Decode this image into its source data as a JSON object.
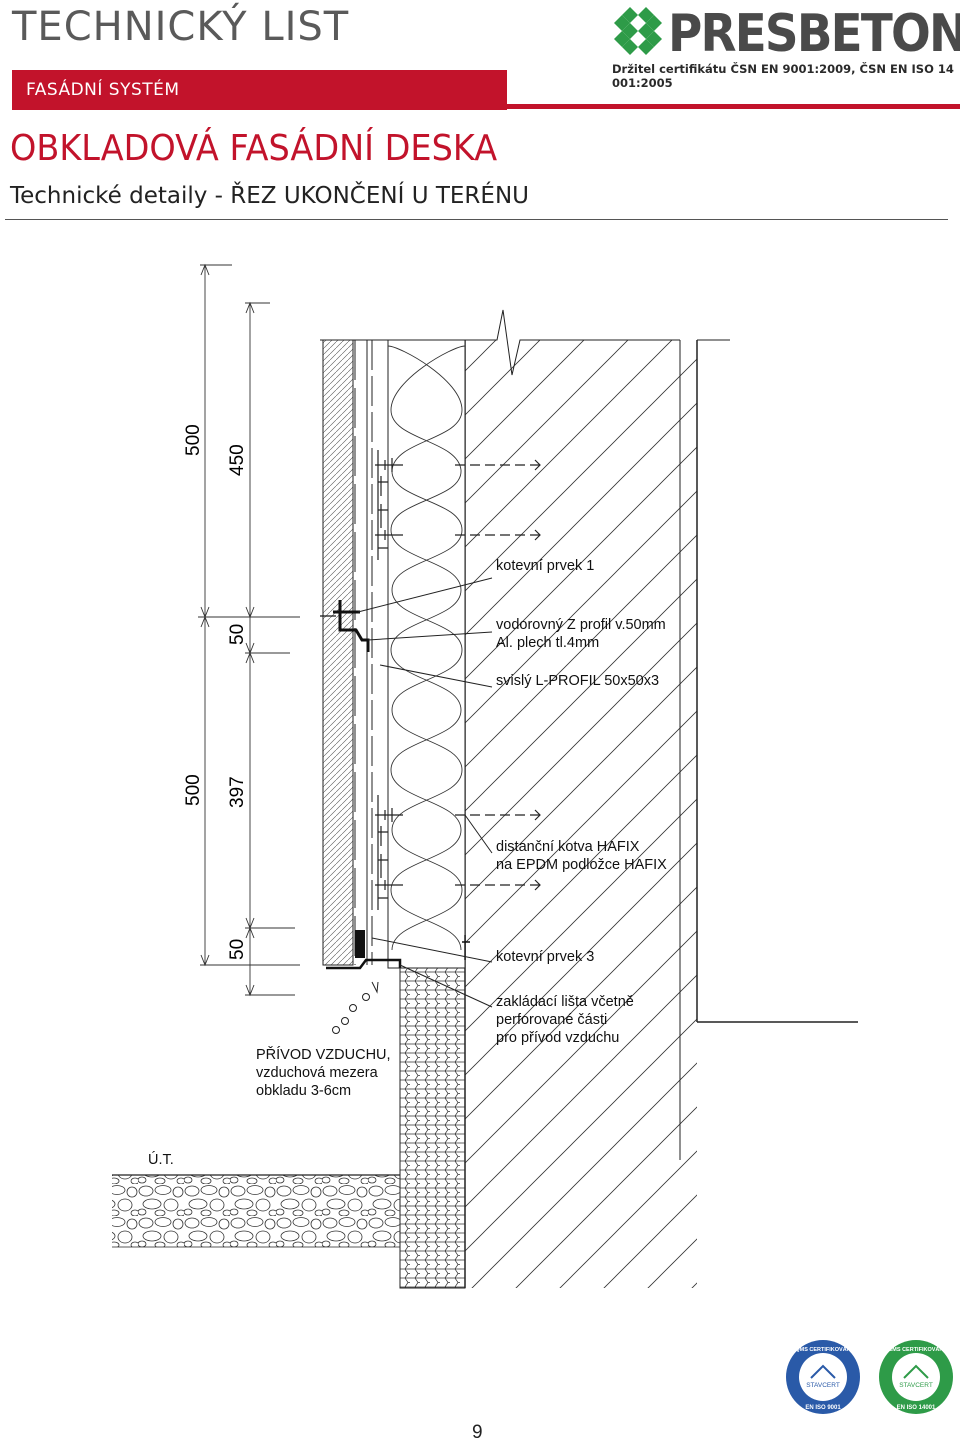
{
  "header": {
    "doc_type": "TECHNICKÝ LIST",
    "system_label": "FASÁDNÍ SYSTÉM",
    "brand": "PRESBETON",
    "certificate": "Držitel certifikátu ČSN EN 9001:2009, ČSN EN ISO 14 001:2005",
    "colors": {
      "accent_red": "#c2132b",
      "logo_green": "#2e9b48",
      "logo_gray": "#4a4a4a"
    }
  },
  "page": {
    "title": "OBKLADOVÁ FASÁDNÍ DESKA",
    "subtitle": "Technické detaily - ŘEZ UKONČENÍ U TERÉNU",
    "page_number": "9"
  },
  "drawing": {
    "dimensions_outer": [
      "500",
      "500"
    ],
    "dimensions_inner": [
      "450",
      "50",
      "397",
      "50"
    ],
    "labels": {
      "anchor_1": "kotevní prvek 1",
      "z_profile_1": "vodorovný Z profil v.50mm",
      "z_profile_2": "Al. plech tl.4mm",
      "l_profile": "svislý L-PROFIL 50x50x3",
      "hafix_1": "distanční kotva HAFIX",
      "hafix_2": "na EPDM podložce HAFIX",
      "anchor_3": "kotevní prvek 3",
      "starter_1": "zakládací lišta včetně",
      "starter_2": "perforované části",
      "starter_3": "pro přívod vzduchu",
      "air_1": "PŘÍVOD VZDUCHU,",
      "air_2": "vzduchová mezera",
      "air_3": "obkladu 3-6cm",
      "terrain": "Ú.T."
    }
  },
  "badges": [
    {
      "top": "QMS CERTIFIKOVÁN",
      "middle": "STAVCERT",
      "bottom": "EN ISO 9001",
      "color": "#2a5aa8"
    },
    {
      "top": "EMS CERTIFIKOVÁN",
      "middle": "STAVCERT",
      "bottom": "EN ISO 14001",
      "color": "#2e9b48"
    }
  ]
}
